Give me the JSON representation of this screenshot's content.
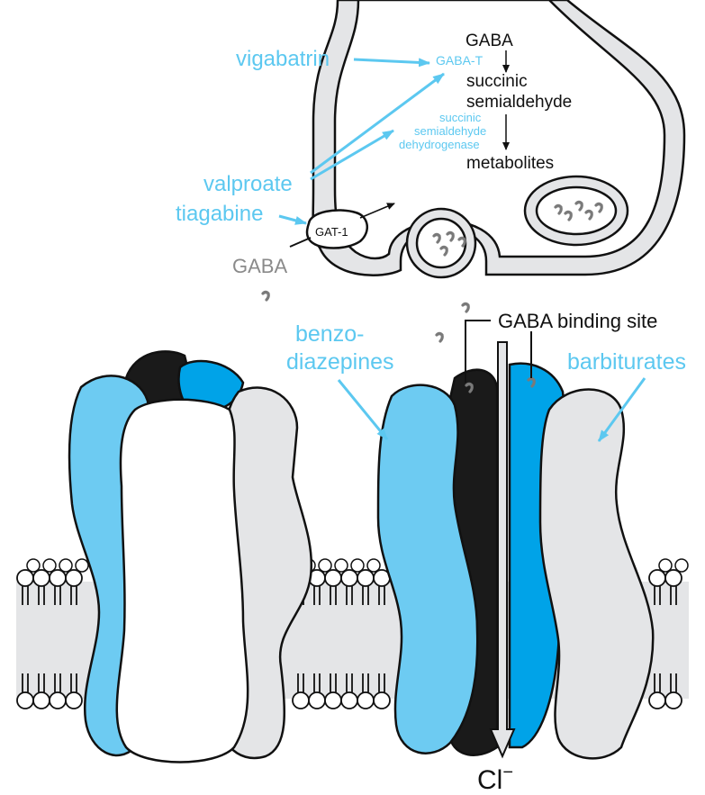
{
  "colors": {
    "light_blue": "#6dcbf2",
    "bright_blue": "#00a3e8",
    "label_blue": "#5cc8f0",
    "black_subunit": "#1a1a1a",
    "gray_subunit": "#e4e5e7",
    "membrane": "#e4e5e7",
    "outline": "#111111"
  },
  "presynaptic": {
    "pathway": {
      "gaba": "GABA",
      "enzyme1": "GABA-T",
      "product_line1": "succinic",
      "product_line2": "semialdehyde",
      "enzyme2_line1": "succinic",
      "enzyme2_line2": "semialdehyde",
      "enzyme2_line3": "dehydrogenase",
      "end_product": "metabolites"
    },
    "drugs": {
      "vigabatrin": "vigabatrin",
      "valproate": "valproate",
      "tiagabine": "tiagabine"
    },
    "transporter": "GAT-1",
    "extracellular_gaba": "GABA"
  },
  "receptor": {
    "binding_site_label": "GABA binding site",
    "benzo_line1": "benzo-",
    "benzo_line2": "diazepines",
    "barbiturates": "barbiturates",
    "ion": "Cl",
    "ion_charge": "−"
  },
  "icons": [
    "gaba-molecule-icon",
    "vesicle-icon",
    "phospholipid-icon",
    "arrow-icon"
  ]
}
